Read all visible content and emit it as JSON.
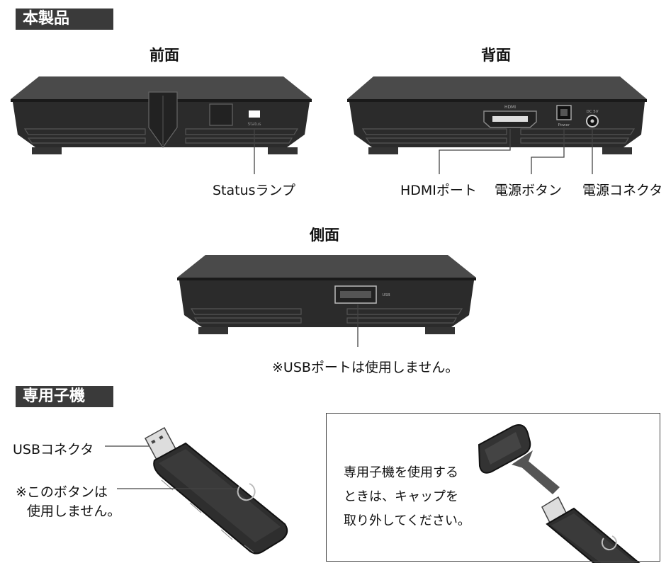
{
  "sections": {
    "product": "本製品",
    "dongle": "専用子機"
  },
  "views": {
    "front": "前面",
    "back": "背面",
    "side": "側面"
  },
  "device_print": {
    "status": "Status",
    "hdmi": "HDMI",
    "power": "Power",
    "dc": "DC 5V",
    "usb": "USB"
  },
  "callouts": {
    "status_lamp": "Statusランプ",
    "hdmi_port": "HDMIポート",
    "power_button": "電源ボタン",
    "power_connector": "電源コネクタ",
    "usb_note": "※USBポートは使用しません。",
    "usb_connector": "USBコネクタ",
    "button_note_1": "※このボタンは",
    "button_note_2": "使用しません。"
  },
  "cap_note": {
    "line1": "専用子機を使用する",
    "line2": "ときは、キャップを",
    "line3": "取り外してください。"
  },
  "colors": {
    "device_top": "#4a4a4a",
    "device_body": "#2b2b2b",
    "device_edge": "#1a1a1a",
    "tag_bg": "#3a3a3a",
    "arrow": "#555555"
  }
}
